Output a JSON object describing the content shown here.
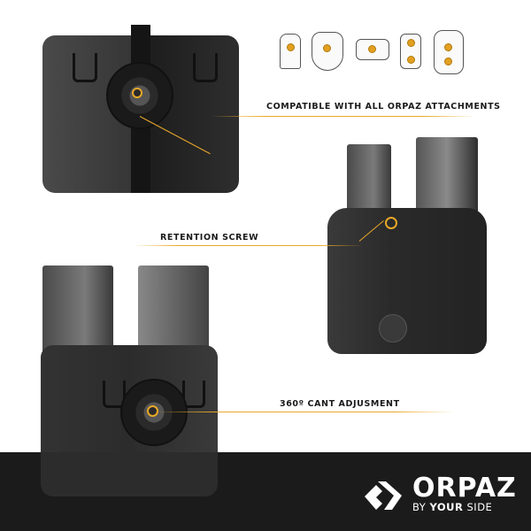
{
  "callouts": {
    "compatible": "COMPATIBLE WITH ALL ORPAZ ATTACHMENTS",
    "retention": "RETENTION SCREW",
    "cant": "360º CANT ADJUSMENT"
  },
  "brand": {
    "name": "ORPAZ",
    "tagline_pre": "BY ",
    "tagline_bold": "YOUR",
    "tagline_post": " SIDE"
  },
  "attachments": [
    {
      "name": "belt-clip-attachment"
    },
    {
      "name": "paddle-attachment"
    },
    {
      "name": "belt-loop-attachment"
    },
    {
      "name": "molle-attachment"
    },
    {
      "name": "drop-leg-attachment"
    }
  ],
  "colors": {
    "accent": "#e8a828",
    "footer": "#1b1b1b",
    "product": "#2a2a2a",
    "background": "#ffffff"
  }
}
